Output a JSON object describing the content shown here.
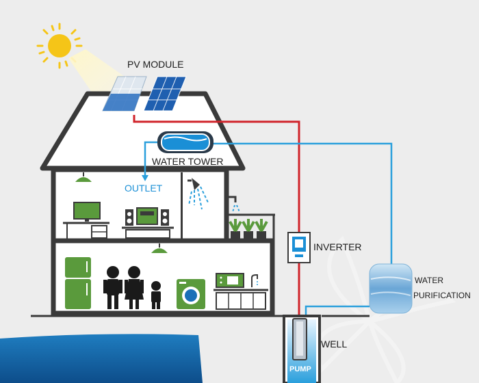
{
  "labels": {
    "pv_module": "PV MODULE",
    "water_tower": "WATER TOWER",
    "outlet": "OUTLET",
    "inverter": "INVERTER",
    "water_purification_line1": "WATER",
    "water_purification_line2": "PURIFICATION",
    "well": "WELL",
    "pump": "PUMP"
  },
  "colors": {
    "background": "#ededed",
    "house_outline": "#3a3a3a",
    "appliance_green": "#5a9a3c",
    "solar_blue": "#1f5fb0",
    "power_line": "#d0232a",
    "water_line": "#2a9fdc",
    "water_body": "#1b6fae",
    "sun": "#f5c518",
    "outlet_text": "#1a8fd6"
  },
  "icons": [
    "sun-icon",
    "solar-panel-icon",
    "water-tank-icon",
    "lamp-icon",
    "shower-icon",
    "faucet-icon",
    "plant-icon",
    "tv-icon",
    "stereo-icon",
    "refrigerator-icon",
    "person-icon",
    "washing-machine-icon",
    "microwave-icon",
    "sink-icon",
    "inverter-icon",
    "purification-tank-icon",
    "pump-icon"
  ]
}
